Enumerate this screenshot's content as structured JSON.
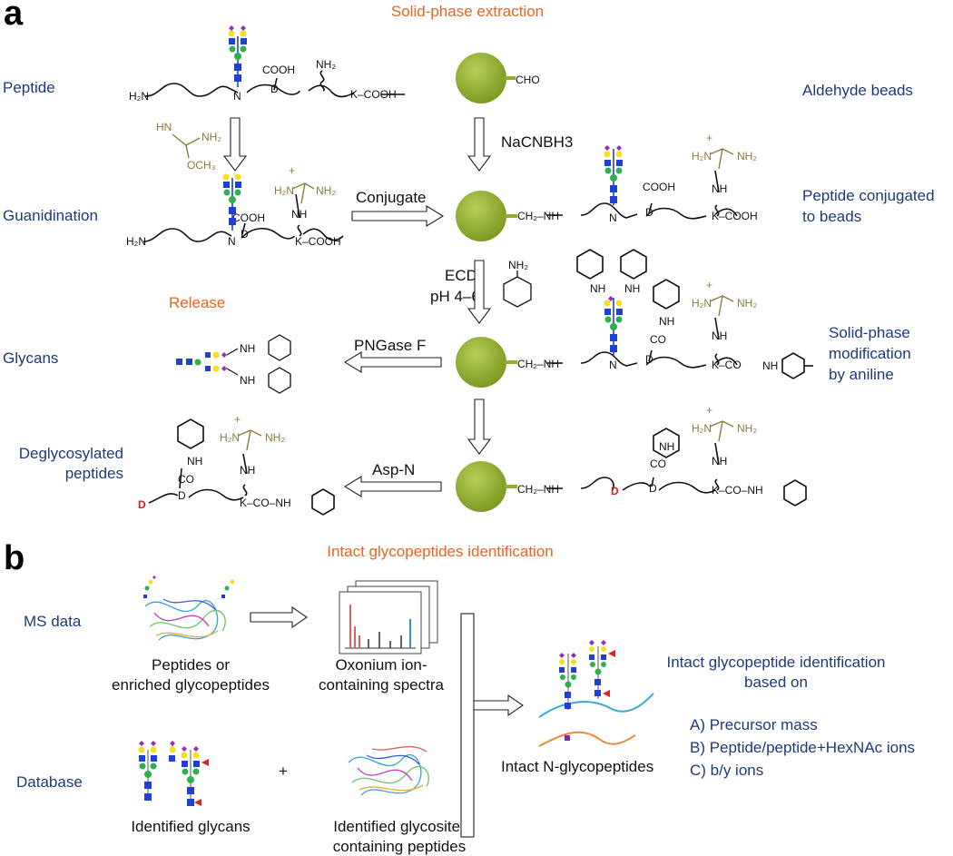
{
  "panel_a": {
    "letter": "a",
    "title": "Solid-phase extraction",
    "release": "Release",
    "labels": {
      "peptide": "Peptide",
      "guanidination": "Guanidination",
      "glycans": "Glycans",
      "deglyco_1": "Deglycosylated",
      "deglyco_2": "peptides",
      "aldehyde_beads": "Aldehyde beads",
      "conj_1": "Peptide conjugated",
      "conj_2": "to beads",
      "mod_1": "Solid-phase",
      "mod_2": "modification",
      "mod_3": "by aniline"
    },
    "steps": {
      "nacnbh3": "NaCNBH3",
      "conjugate": "Conjugate",
      "ecd": "ECD",
      "ph": "pH 4–6",
      "pngase": "PNGase F",
      "aspn": "Asp-N"
    }
  },
  "panel_b": {
    "letter": "b",
    "title": "Intact glycopeptides identification",
    "ms_data": "MS data",
    "database": "Database",
    "peptides_1": "Peptides or",
    "peptides_2": "enriched glycopeptides",
    "oxonium_1": "Oxonium ion-",
    "oxonium_2": "containing spectra",
    "identified_glycans": "Identified glycans",
    "glycosite_1": "Identified glycosite-",
    "glycosite_2": "containing peptides",
    "plus": "+",
    "intact": "Intact N-glycopeptides",
    "id_title_1": "Intact glycopeptide identification",
    "id_title_2": "based on",
    "criteria": [
      "A) Precursor mass",
      "B) Peptide/peptide+HexNAc ions",
      "C) b/y ions"
    ]
  },
  "colors": {
    "bead": "#8fae2e",
    "label_blue": "#1f3a7a",
    "orange": "#e8641f",
    "guanidino": "#8a7d3a",
    "hexnac": "#1f3fd6",
    "mannose": "#2fb04a",
    "galactose": "#f4e020",
    "sialic": "#9b2bb0",
    "fucose": "#e02020"
  }
}
